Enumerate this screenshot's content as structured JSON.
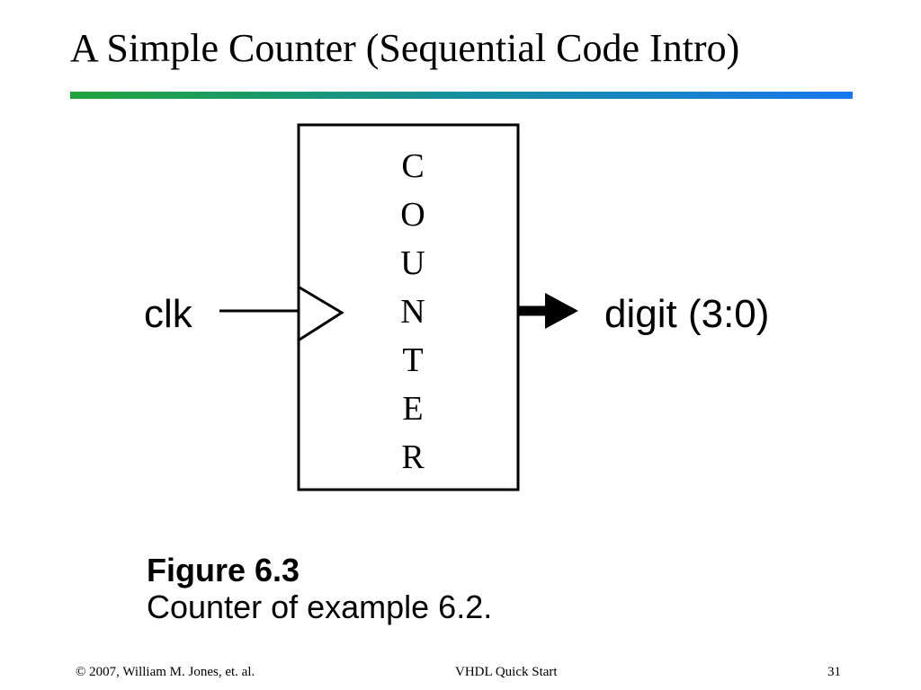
{
  "slide": {
    "title": "A Simple Counter (Sequential Code Intro)",
    "accent_colors": [
      "#1fa33a",
      "#168f9e",
      "#1778ee"
    ]
  },
  "diagram": {
    "block_letters": [
      "C",
      "O",
      "U",
      "N",
      "T",
      "E",
      "R"
    ],
    "input_label": "clk",
    "output_label": "digit (3:0)"
  },
  "caption": {
    "figure": "Figure 6.3",
    "text": "Counter of example 6.2."
  },
  "footer": {
    "left": "© 2007, William M. Jones, et. al.",
    "center": "VHDL Quick Start",
    "page_number": "31"
  }
}
